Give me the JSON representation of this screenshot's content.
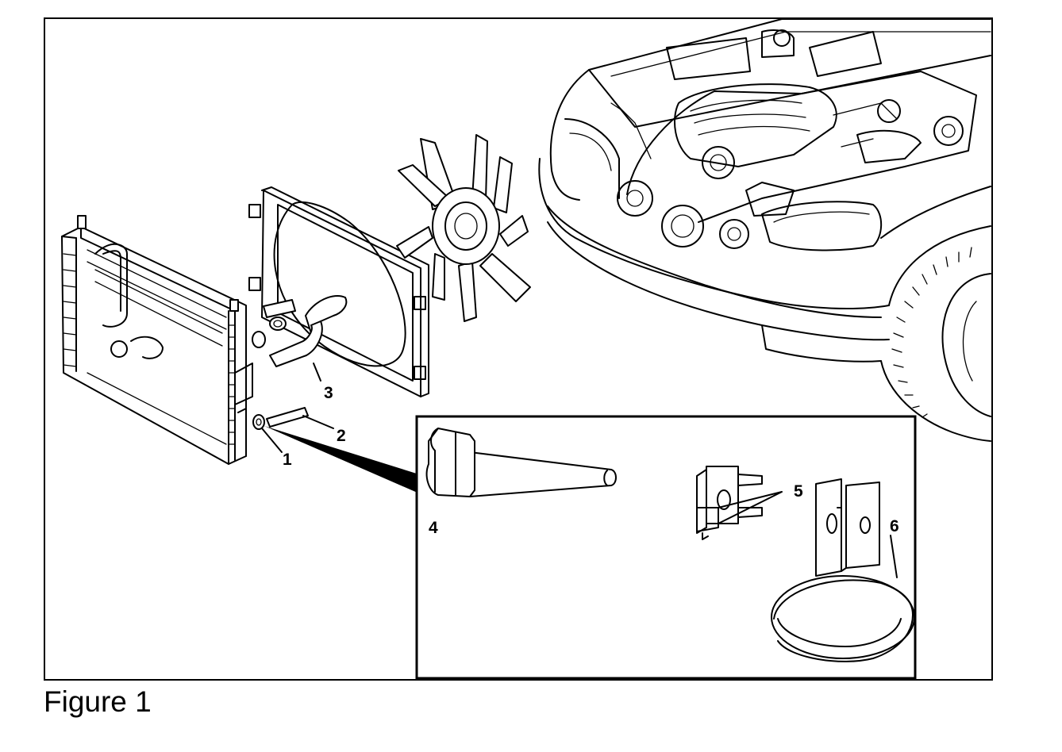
{
  "figure": {
    "caption": "Figure 1",
    "callouts": {
      "c1": "1",
      "c2": "2",
      "c3": "3",
      "c4": "4",
      "c5": "5",
      "c6": "6"
    }
  },
  "colors": {
    "line": "#000000",
    "background": "#ffffff"
  }
}
